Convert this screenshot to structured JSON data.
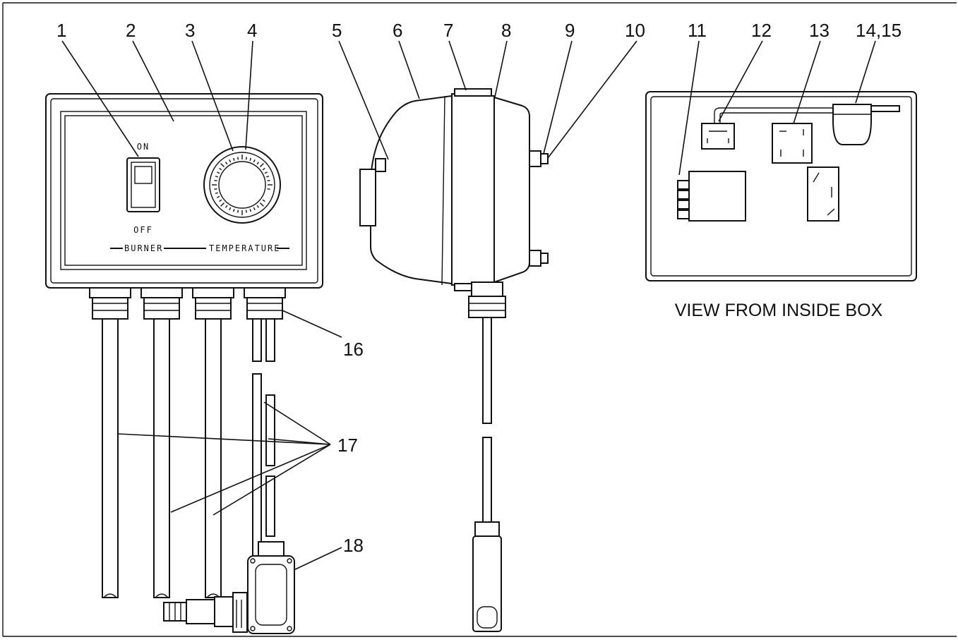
{
  "callouts": {
    "c1": "1",
    "c2": "2",
    "c3": "3",
    "c4": "4",
    "c5": "5",
    "c6": "6",
    "c7": "7",
    "c8": "8",
    "c9": "9",
    "c10": "10",
    "c11": "11",
    "c12": "12",
    "c13": "13",
    "c14_15": "14,15",
    "c16": "16",
    "c17": "17",
    "c18": "18"
  },
  "front_panel": {
    "switch_on": "ON",
    "switch_off": "OFF",
    "label_left": "BURNER",
    "label_right": "TEMPERATURE"
  },
  "inside_view_caption": "VIEW FROM INSIDE BOX"
}
